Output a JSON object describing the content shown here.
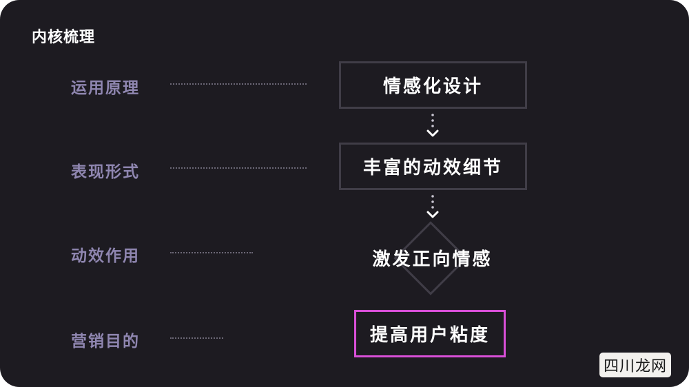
{
  "title": "内核梳理",
  "rows": [
    {
      "label": "运用原理",
      "node": "情感化设计"
    },
    {
      "label": "表现形式",
      "node": "丰富的动效细节"
    },
    {
      "label": "动效作用",
      "node": "激发正向情感"
    },
    {
      "label": "营销目的",
      "node": "提高用户粘度"
    }
  ],
  "colors": {
    "background": "#1d1b21",
    "label": "#8f86b0",
    "node_border": "#403d47",
    "highlight_border": "#d94fd8"
  },
  "watermark": "四川龙网"
}
